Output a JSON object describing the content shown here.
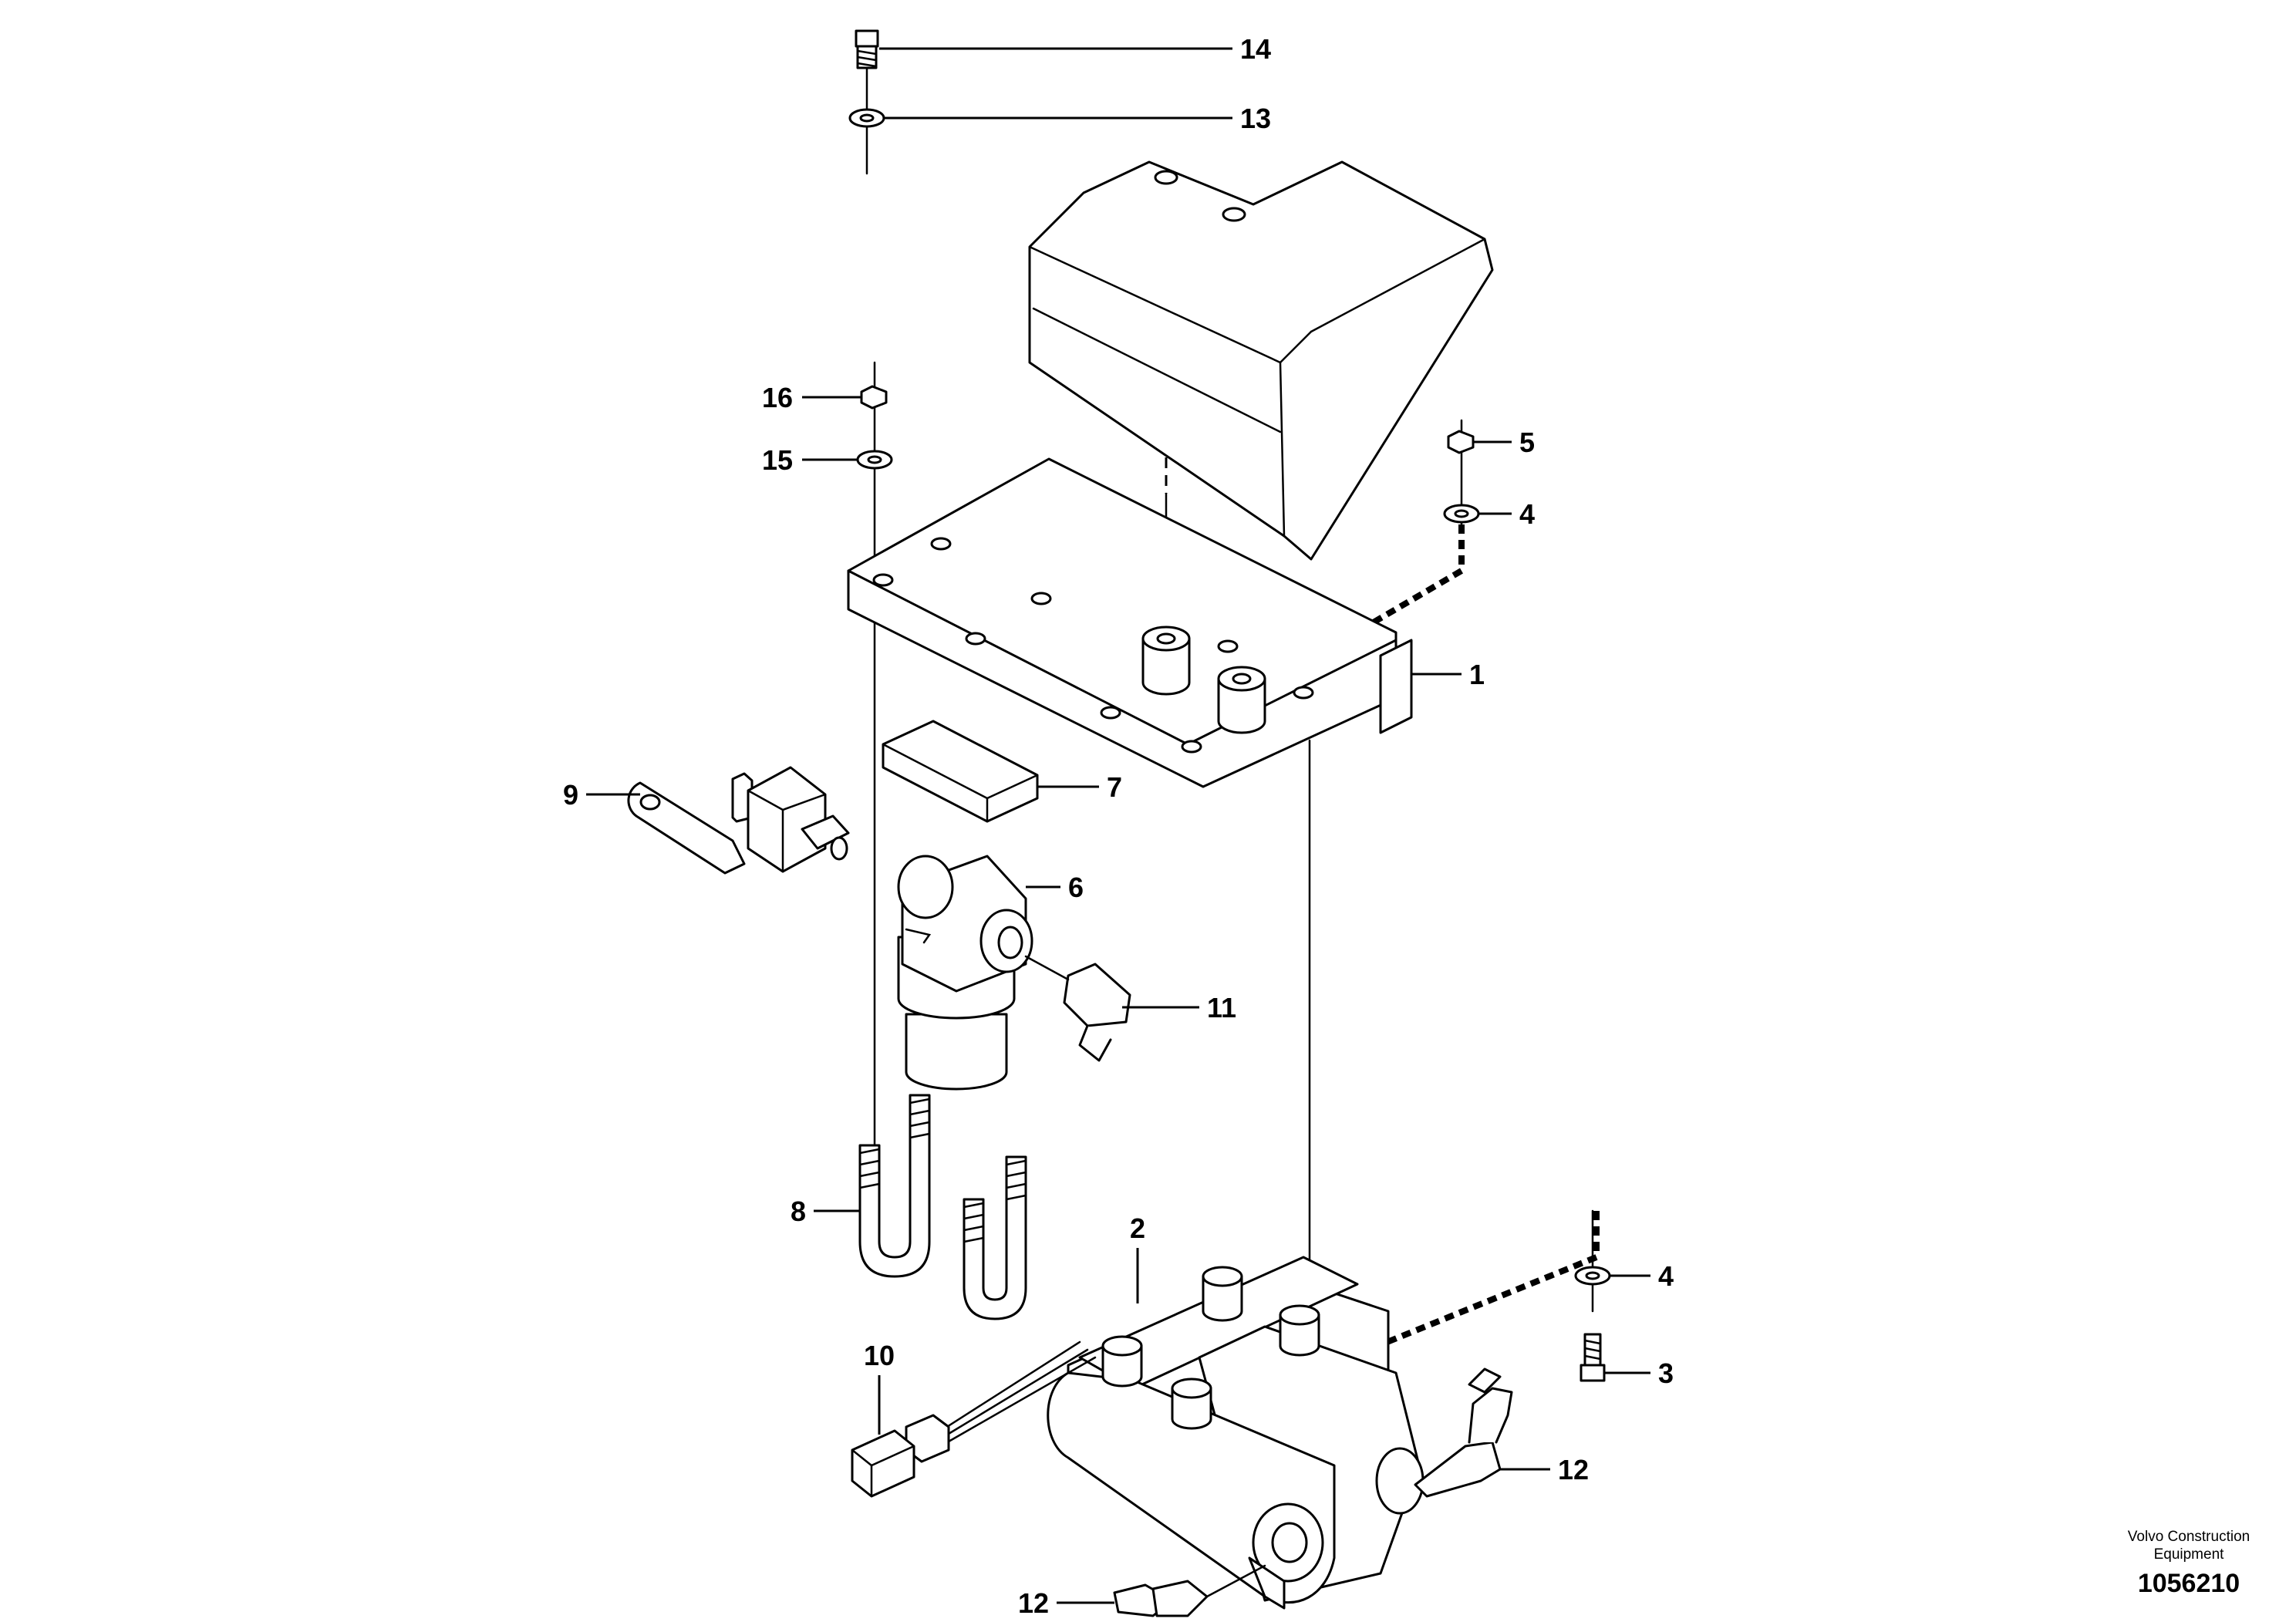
{
  "labels": {
    "l1": "1",
    "l2": "2",
    "l3": "3",
    "l4a": "4",
    "l4b": "4",
    "l5": "5",
    "l6": "6",
    "l7": "7",
    "l8": "8",
    "l9": "9",
    "l10": "10",
    "l11": "11",
    "l12a": "12",
    "l12b": "12",
    "l13": "13",
    "l14": "14",
    "l15": "15",
    "l16": "16"
  },
  "footer": {
    "company_line1": "Volvo Construction",
    "company_line2": "Equipment",
    "drawing_number": "1056210"
  }
}
